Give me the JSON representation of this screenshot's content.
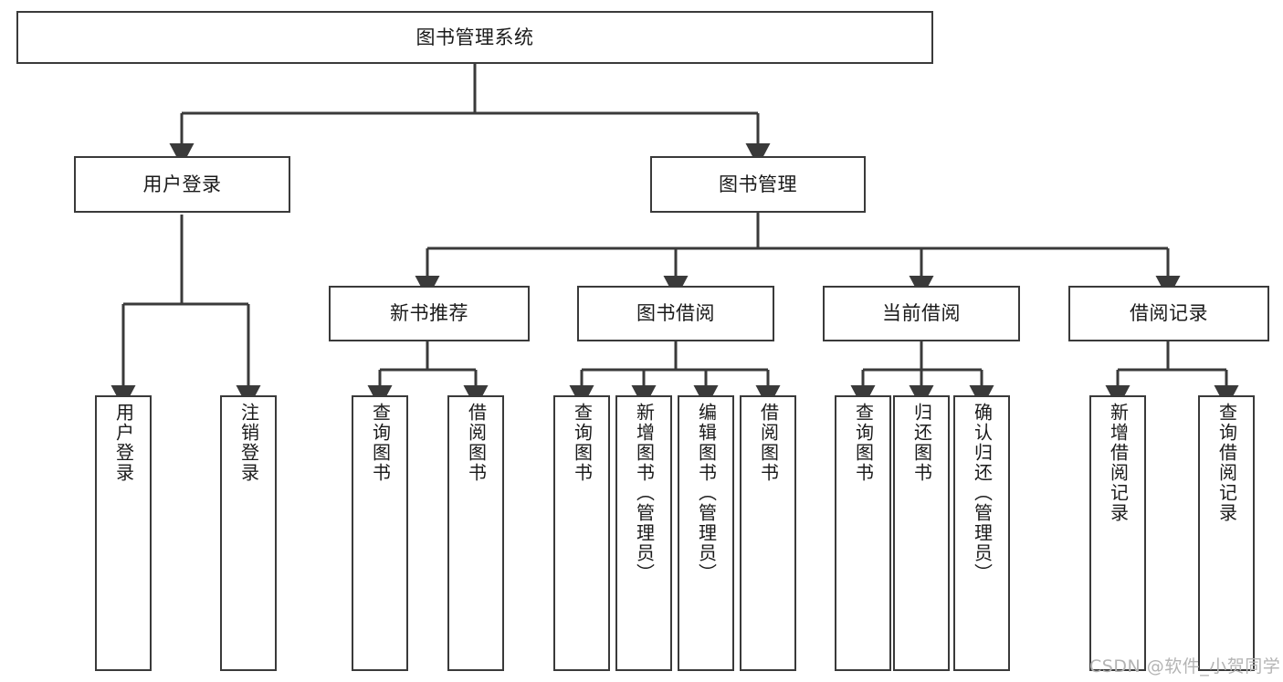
{
  "diagram": {
    "type": "hierarchy-tree",
    "title": "图书管理系统",
    "background_color": "#ffffff",
    "line_color": "#3a3a3a",
    "text_color": "#1a1a1a",
    "root": {
      "id": "root",
      "label": "图书管理系统"
    },
    "level2": [
      {
        "id": "user-login",
        "label": "用户登录"
      },
      {
        "id": "book-management",
        "label": "图书管理"
      }
    ],
    "level3": [
      {
        "id": "new-book-recommend",
        "label": "新书推荐",
        "parent": "book-management"
      },
      {
        "id": "book-borrow",
        "label": "图书借阅",
        "parent": "book-management"
      },
      {
        "id": "current-borrow",
        "label": "当前借阅",
        "parent": "book-management"
      },
      {
        "id": "borrow-record",
        "label": "借阅记录",
        "parent": "book-management"
      }
    ],
    "leaves": {
      "user-login": [
        {
          "id": "leaf-user-login",
          "label": "用户登录"
        },
        {
          "id": "leaf-user-logout",
          "label": "注销登录"
        }
      ],
      "new-book-recommend": [
        {
          "id": "leaf-query-book-1",
          "label": "查询图书"
        },
        {
          "id": "leaf-borrow-book-1",
          "label": "借阅图书"
        }
      ],
      "book-borrow": [
        {
          "id": "leaf-query-book-2",
          "label": "查询图书"
        },
        {
          "id": "leaf-add-book",
          "label": "新增图书（管理员）"
        },
        {
          "id": "leaf-edit-book",
          "label": "编辑图书（管理员）"
        },
        {
          "id": "leaf-borrow-book-2",
          "label": "借阅图书"
        }
      ],
      "current-borrow": [
        {
          "id": "leaf-query-book-3",
          "label": "查询图书"
        },
        {
          "id": "leaf-return-book",
          "label": "归还图书"
        },
        {
          "id": "leaf-confirm-return",
          "label": "确认归还（管理员）"
        }
      ],
      "borrow-record": [
        {
          "id": "leaf-add-record",
          "label": "新增借阅记录"
        },
        {
          "id": "leaf-query-record",
          "label": "查询借阅记录"
        }
      ]
    }
  },
  "watermark": {
    "text": "CSDN @软件_小贺同学"
  }
}
